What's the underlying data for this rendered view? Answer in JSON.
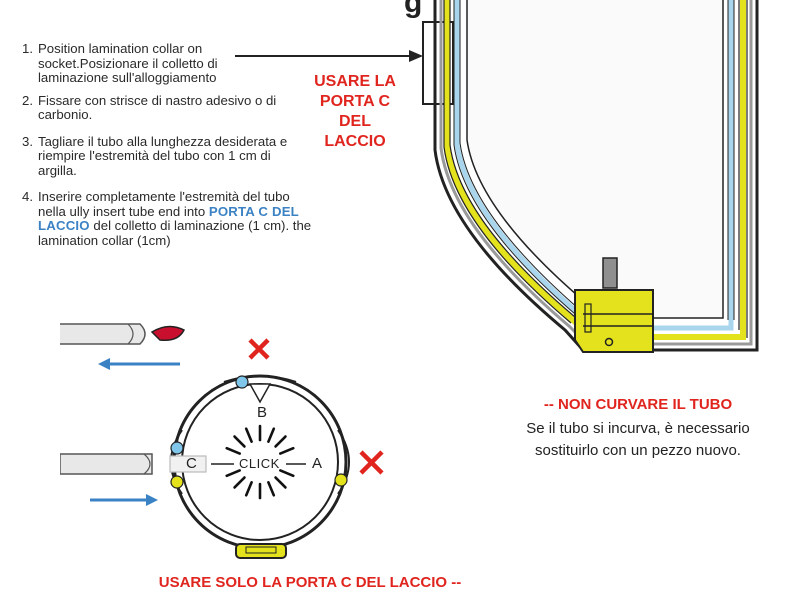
{
  "header": {
    "partial_title": "g"
  },
  "steps": [
    {
      "num": "1.",
      "text": "Position lamination collar on socket.Posizionare il colletto di laminazione sull'alloggiamento"
    },
    {
      "num": "2.",
      "text": "Fissare con strisce di nastro adesivo o di carbonio."
    },
    {
      "num": "3.",
      "text": "Tagliare il tubo alla lunghezza desiderata e riempire l'estremità del tubo con 1 cm di argilla."
    },
    {
      "num": "4.",
      "text_before": "Inserire completamente l'estremità del tubo nella ully insert tube end into ",
      "highlight": "PORTA C DEL LACCIO",
      "text_after": " del colletto di laminazione (1 cm). the lamination collar (1cm)"
    }
  ],
  "callout": {
    "lines": [
      "USARE LA",
      "PORTA C",
      "DEL",
      "LACCIO"
    ]
  },
  "collar": {
    "port_b": "B",
    "port_c": "C",
    "port_a": "A",
    "click": "CLICK"
  },
  "warning": {
    "title": "-- NON CURVARE IL TUBO",
    "body_line1": "Se il tubo si incurva, è necessario",
    "body_line2": "sostituirlo con un pezzo nuovo."
  },
  "footer": {
    "text": "USARE SOLO LA PORTA C DEL LACCIO --"
  },
  "colors": {
    "accent_red": "#e0251f",
    "accent_blue": "#3b82c4",
    "yellow": "#e3e21c",
    "light_blue": "#a9d6ec",
    "outline": "#222222"
  }
}
